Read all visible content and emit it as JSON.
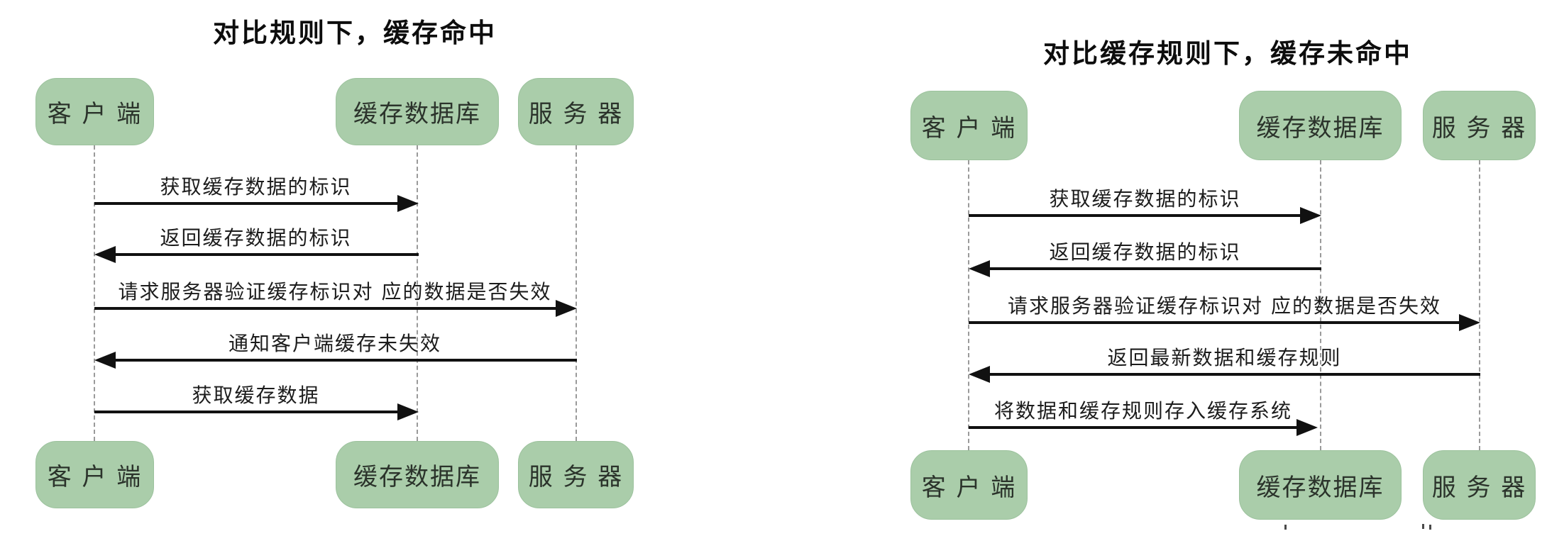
{
  "colors": {
    "actor_fill": "#aacdaa",
    "actor_border": "#9cc29d",
    "lifeline_gray": "#9a9a9a",
    "arrow_black": "#111111",
    "label_text": "#1c1c1c",
    "background": "#ffffff"
  },
  "diagrams": [
    {
      "title": "对比规则下，缓存命中",
      "actors": [
        {
          "label": "客 户 端"
        },
        {
          "label": "缓存数据库"
        },
        {
          "label": "服 务 器"
        }
      ],
      "messages": [
        {
          "label": "获取缓存数据的标识",
          "from": "客户端",
          "to": "缓存数据库",
          "direction": "right"
        },
        {
          "label": "返回缓存数据的标识",
          "from": "缓存数据库",
          "to": "客户端",
          "direction": "left"
        },
        {
          "label": "请求服务器验证缓存标识对 应的数据是否失效",
          "from": "客户端",
          "to": "服务器",
          "direction": "right"
        },
        {
          "label": "通知客户端缓存未失效",
          "from": "服务器",
          "to": "客户端",
          "direction": "left"
        },
        {
          "label": "获取缓存数据",
          "from": "客户端",
          "to": "缓存数据库",
          "direction": "right"
        }
      ]
    },
    {
      "title": "对比缓存规则下，缓存未命中",
      "actors": [
        {
          "label": "客 户 端"
        },
        {
          "label": "缓存数据库"
        },
        {
          "label": "服 务 器"
        }
      ],
      "messages": [
        {
          "label": "获取缓存数据的标识",
          "from": "客户端",
          "to": "缓存数据库",
          "direction": "right"
        },
        {
          "label": "返回缓存数据的标识",
          "from": "缓存数据库",
          "to": "客户端",
          "direction": "left"
        },
        {
          "label": "请求服务器验证缓存标识对 应的数据是否失效",
          "from": "客户端",
          "to": "服务器",
          "direction": "right"
        },
        {
          "label": "返回最新数据和缓存规则",
          "from": "服务器",
          "to": "客户端",
          "direction": "left"
        },
        {
          "label": "将数据和缓存规则存入缓存系统",
          "from": "客户端",
          "to": "缓存数据库",
          "direction": "right"
        }
      ]
    }
  ]
}
